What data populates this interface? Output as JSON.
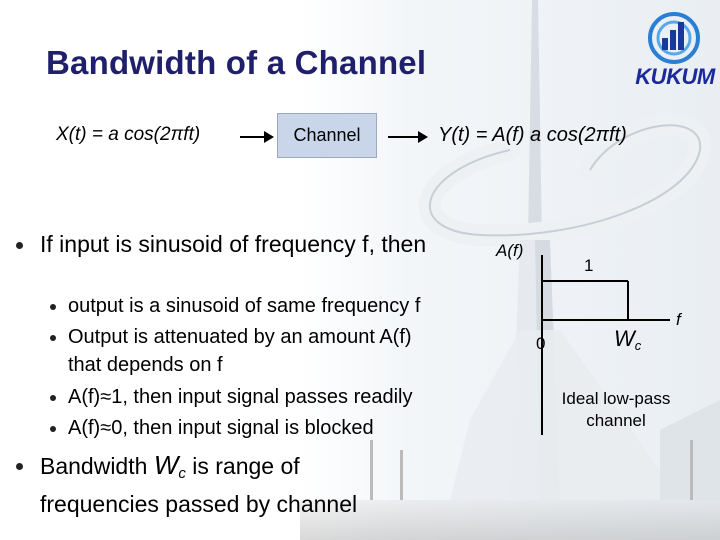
{
  "slide": {
    "title": "Bandwidth of a Channel",
    "logo_text": "KUKUM"
  },
  "diagram": {
    "input_eq": "X(t) = a cos(2πft)",
    "channel_label": "Channel",
    "output_eq": "Y(t) = A(f) a cos(2πft)"
  },
  "bullets": {
    "main1": "If input is sinusoid of frequency f, then",
    "sub": [
      "output is a sinusoid of same frequency f",
      "Output is attenuated by an amount A(f)",
      "that depends on f",
      "A(f)≈1, then input signal passes readily",
      "A(f)≈0, then input signal is blocked"
    ],
    "main2_pre": "Bandwidth ",
    "main2_w": "W",
    "main2_sub": "c",
    "main2_post": " is range of",
    "main2_line2": "frequencies passed by channel"
  },
  "graph": {
    "y_label": "A(f)",
    "level_label": "1",
    "origin_label": "0",
    "cutoff_w": "W",
    "cutoff_sub": "c",
    "x_label": "f",
    "caption_line1": "Ideal low-pass",
    "caption_line2": "channel"
  }
}
